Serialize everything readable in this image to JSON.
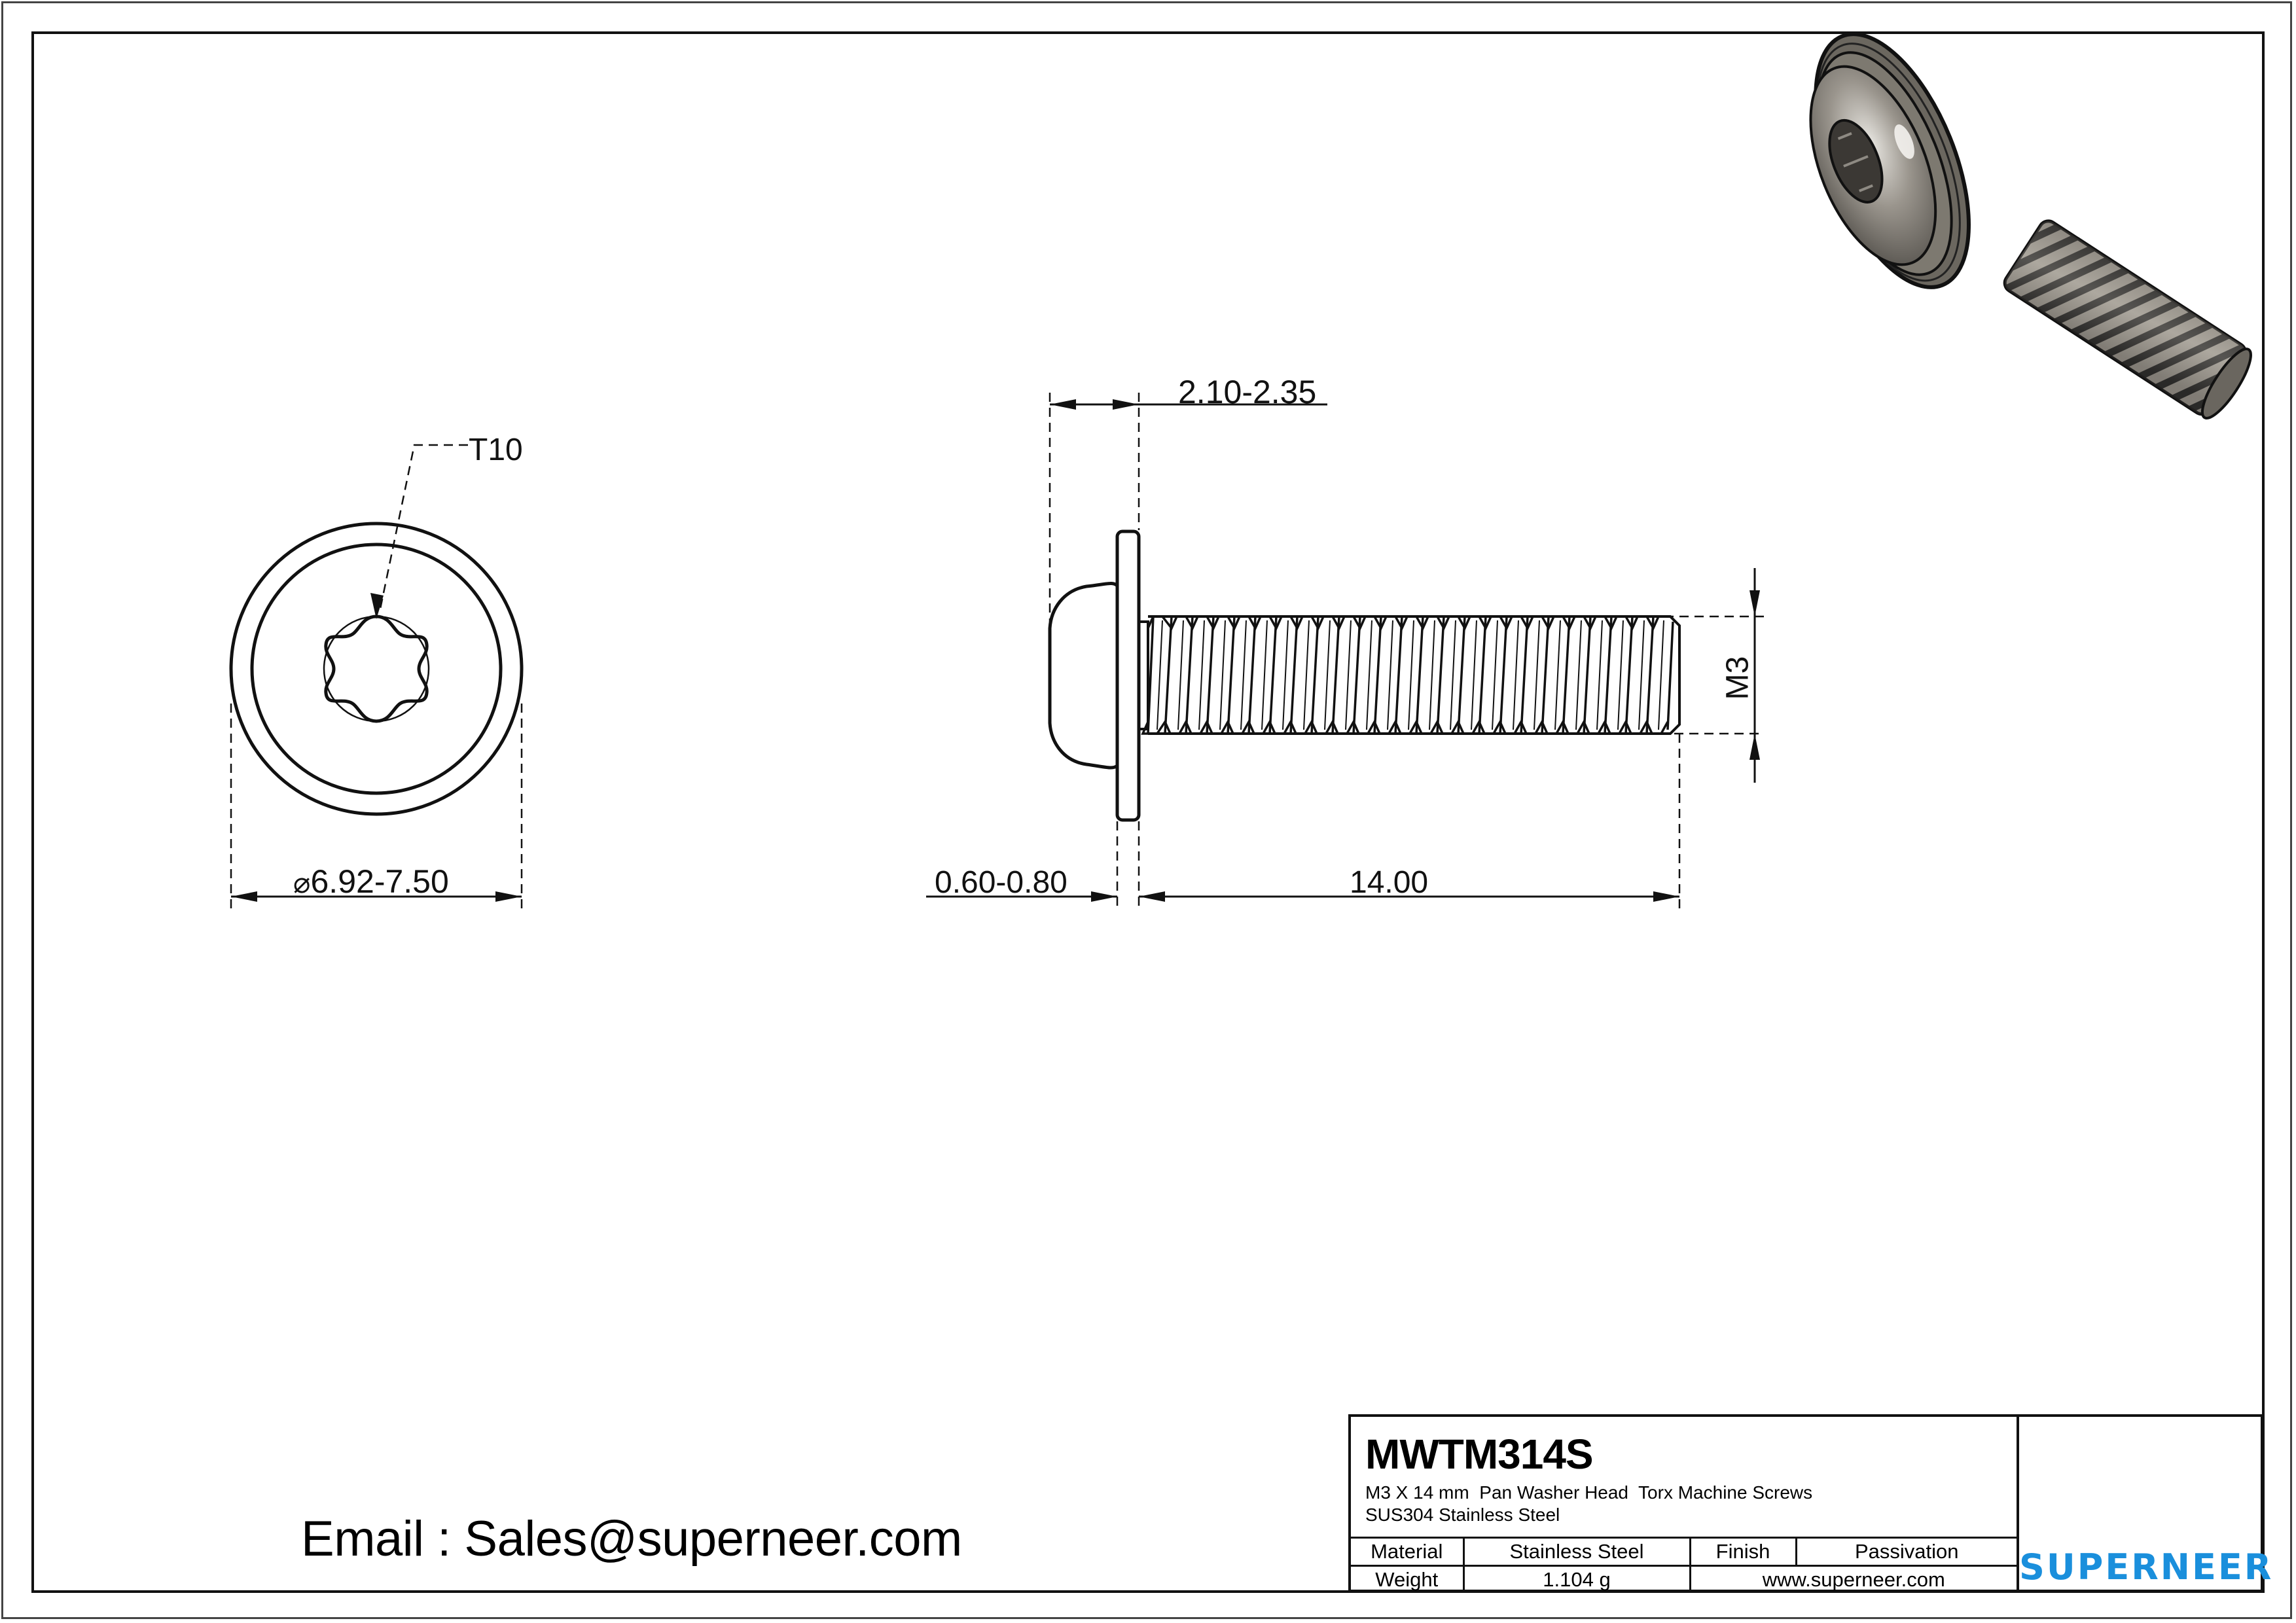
{
  "drawing": {
    "part_code": "MWTM314S",
    "description_line1": "M3 X 14 mm  Pan Washer Head  Torx Machine Screws",
    "description_line2": "SUS304 Stainless Steel",
    "drive_label": "T10",
    "dimensions": {
      "washer_diameter": "6.92-7.50",
      "diameter_symbol": "⌀",
      "head_height": "2.10-2.35",
      "washer_thickness": "0.60-0.80",
      "length": "14.00",
      "thread": "M3"
    }
  },
  "title_block": {
    "material_label": "Material",
    "material_value": "Stainless Steel",
    "finish_label": "Finish",
    "finish_value": "Passivation",
    "weight_label": "Weight",
    "weight_value": "1.104 g",
    "website": "www.superneer.com"
  },
  "brand": {
    "name": "SUPERNEER",
    "logo_icon": "striped-parallelogram-logo-icon",
    "color": "#1a8fdc"
  },
  "contact": {
    "email_line": "Email : Sales@superneer.com"
  },
  "views": [
    "front-view",
    "side-view",
    "3d-render"
  ]
}
